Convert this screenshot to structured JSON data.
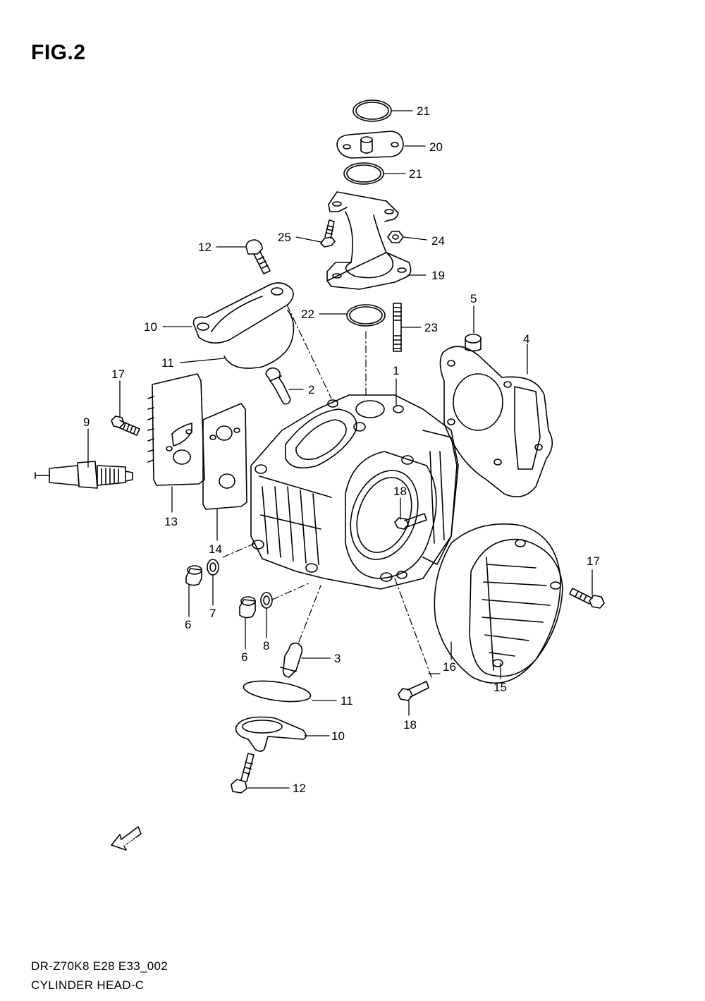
{
  "figure": {
    "title": "FIG.2"
  },
  "footer": {
    "model_code": "DR-Z70K8 E28 E33_002",
    "section_name": "CYLINDER HEAD-C"
  },
  "fwd_marker": {
    "label": "FWD"
  },
  "parts": [
    {
      "label": "1"
    },
    {
      "label": "2"
    },
    {
      "label": "3"
    },
    {
      "label": "4"
    },
    {
      "label": "5"
    },
    {
      "label": "6"
    },
    {
      "label": "6"
    },
    {
      "label": "7"
    },
    {
      "label": "8"
    },
    {
      "label": "9"
    },
    {
      "label": "10"
    },
    {
      "label": "10"
    },
    {
      "label": "11"
    },
    {
      "label": "11"
    },
    {
      "label": "12"
    },
    {
      "label": "12"
    },
    {
      "label": "13"
    },
    {
      "label": "14"
    },
    {
      "label": "15"
    },
    {
      "label": "16"
    },
    {
      "label": "17"
    },
    {
      "label": "17"
    },
    {
      "label": "18"
    },
    {
      "label": "18"
    },
    {
      "label": "19"
    },
    {
      "label": "20"
    },
    {
      "label": "21"
    },
    {
      "label": "21"
    },
    {
      "label": "22"
    },
    {
      "label": "23"
    },
    {
      "label": "24"
    },
    {
      "label": "25"
    }
  ]
}
